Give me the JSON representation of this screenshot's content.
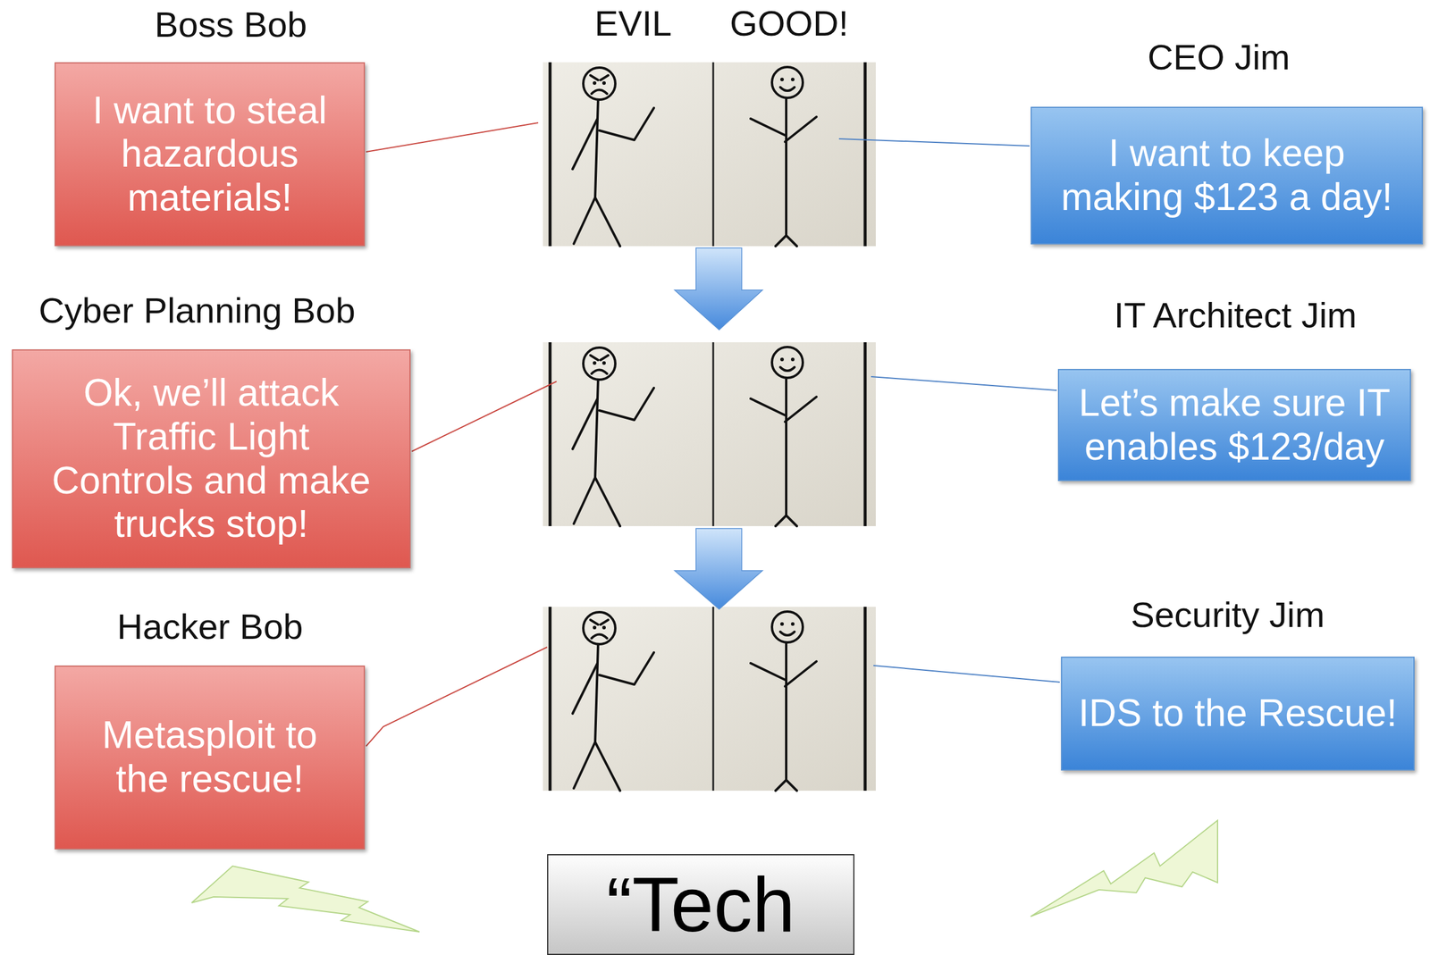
{
  "diagram": {
    "nodes": [
      {
        "text": [
          "Boss Bob",
          "I want to steal hazardous materials!"
        ]
      },
      {
        "text": [
          "CEO Jim",
          "I want to keep making $123 a day!"
        ]
      },
      {
        "text": [
          "Cyber Planning Bob",
          "Ok, we’ll attack Traffic Light Controls and make trucks stop!"
        ]
      },
      {
        "text": [
          "IT Architect Jim",
          "Let’s make sure IT enables $123/day"
        ]
      },
      {
        "text": [
          "Hacker Bob",
          "Metasploit to the rescue!"
        ]
      },
      {
        "text": [
          "Security Jim",
          "IDS to the Rescue!"
        ]
      },
      {
        "text": [
          "“Tech"
        ]
      }
    ],
    "labels": [
      "EVIL",
      "GOOD!"
    ]
  }
}
